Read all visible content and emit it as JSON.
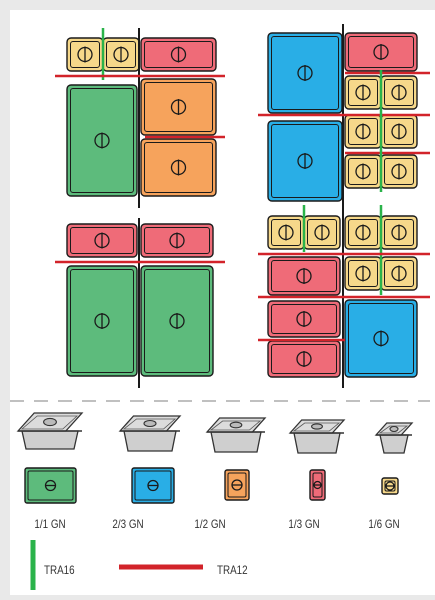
{
  "colors": {
    "background": "#e9e9e9",
    "panel": "#ffffff",
    "green": "#5dbb7c",
    "blue": "#29aee6",
    "orange": "#f6a35c",
    "pink": "#ef6b78",
    "yellow": "#f6d88a",
    "tra16": "#2ab34a",
    "tra12": "#d2232a",
    "outline": "#1a1a1a"
  },
  "sizes": [
    {
      "label": "1/1 GN",
      "color": "green",
      "icon": "pan-full-icon"
    },
    {
      "label": "2/3 GN",
      "color": "blue",
      "icon": "pan-two-thirds-icon"
    },
    {
      "label": "1/2 GN",
      "color": "orange",
      "icon": "pan-half-icon"
    },
    {
      "label": "1/3 GN",
      "color": "pink",
      "icon": "pan-third-icon"
    },
    {
      "label": "1/6 GN",
      "color": "yellow",
      "icon": "pan-sixth-icon"
    }
  ],
  "legend": {
    "tra16": {
      "label": "TRA16",
      "color": "#2ab34a"
    },
    "tra12": {
      "label": "TRA12",
      "color": "#d2232a"
    }
  }
}
